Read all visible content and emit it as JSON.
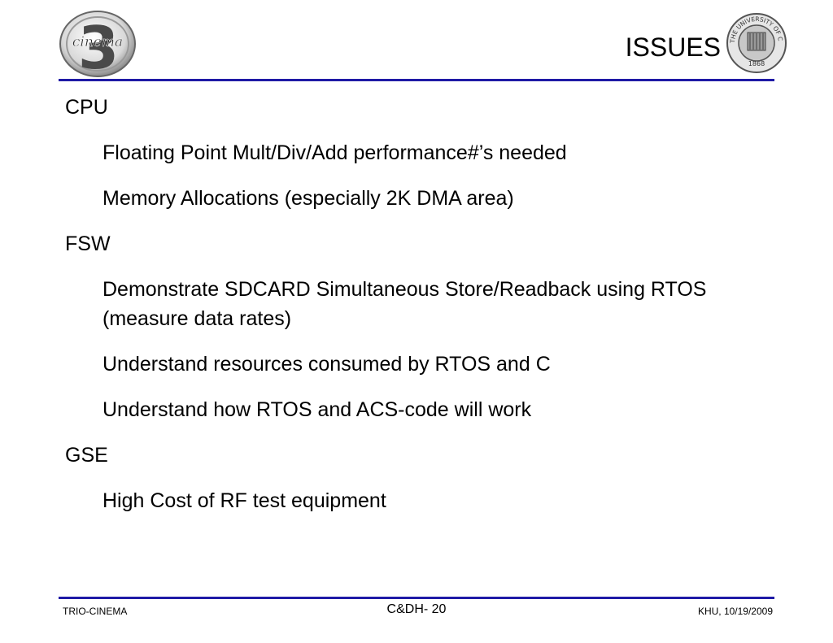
{
  "header": {
    "title": "ISSUES",
    "left_logo": {
      "icon": "cinema-3-logo-icon",
      "text": "cinema",
      "numeral": "3"
    },
    "right_logo": {
      "icon": "university-of-california-seal-icon",
      "text": "THE UNIVERSITY OF CALIFORNIA",
      "year": "1868"
    }
  },
  "sections": [
    {
      "heading": "CPU",
      "items": [
        "Floating Point Mult/Div/Add performance#’s needed",
        "Memory Allocations (especially 2K DMA area)"
      ]
    },
    {
      "heading": "FSW",
      "items": [
        "Demonstrate SDCARD Simultaneous Store/Readback using RTOS (measure data rates)",
        "Understand resources consumed by RTOS and C",
        "Understand how RTOS and ACS-code will work"
      ]
    },
    {
      "heading": "GSE",
      "items": [
        "High Cost of RF test equipment"
      ]
    }
  ],
  "footer": {
    "left": "TRIO-CINEMA",
    "center": "C&DH- 20",
    "right": "KHU, 10/19/2009"
  },
  "colors": {
    "rule": "#1f1aa6",
    "text": "#000000",
    "background": "#ffffff"
  }
}
